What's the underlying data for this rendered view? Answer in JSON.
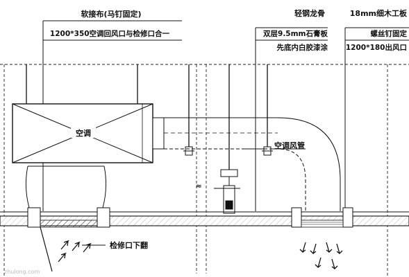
{
  "labels": {
    "soft_joint": "软接布(马钉固定)",
    "return_air": "1200*350空调回风口与检修口合一",
    "light_keel": "轻钢龙骨",
    "gypsum_board": "双层9.5mm石膏板",
    "paint": "先底内白胶漆涂",
    "wood_board": "18mm细木工板",
    "screw_fix": "螺丝钉固定",
    "outlet": "1200*180出风口",
    "ac_unit": "空调",
    "duct": "空调风管",
    "access_flip": "检修口下翻"
  },
  "watermark": "zhulong.com"
}
